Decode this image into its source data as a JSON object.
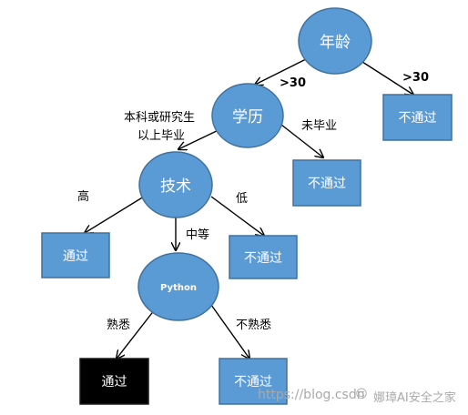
{
  "nodes": {
    "age": "年龄",
    "education": "学历",
    "skill": "技术",
    "python": "Python",
    "age_fail": "不通过",
    "edu_fail": "不通过",
    "skill_pass": "通过",
    "skill_fail": "不通过",
    "python_pass": "通过",
    "python_fail": "不通过"
  },
  "edges": {
    "age_left": ">30",
    "age_right": ">30",
    "edu_left_line1": "本科或研究生",
    "edu_left_line2": "以上毕业",
    "edu_right": "未毕业",
    "skill_left": "高",
    "skill_mid": "中等",
    "skill_right": "低",
    "python_left": "熟悉",
    "python_right": "不熟悉"
  },
  "watermark": {
    "url": "https://blog.csdn",
    "account": "娜璋AI安全之家"
  },
  "colors": {
    "node_fill": "#5b9bd5",
    "node_stroke": "#41719c",
    "black_box": "#000000",
    "edge": "#000000"
  }
}
